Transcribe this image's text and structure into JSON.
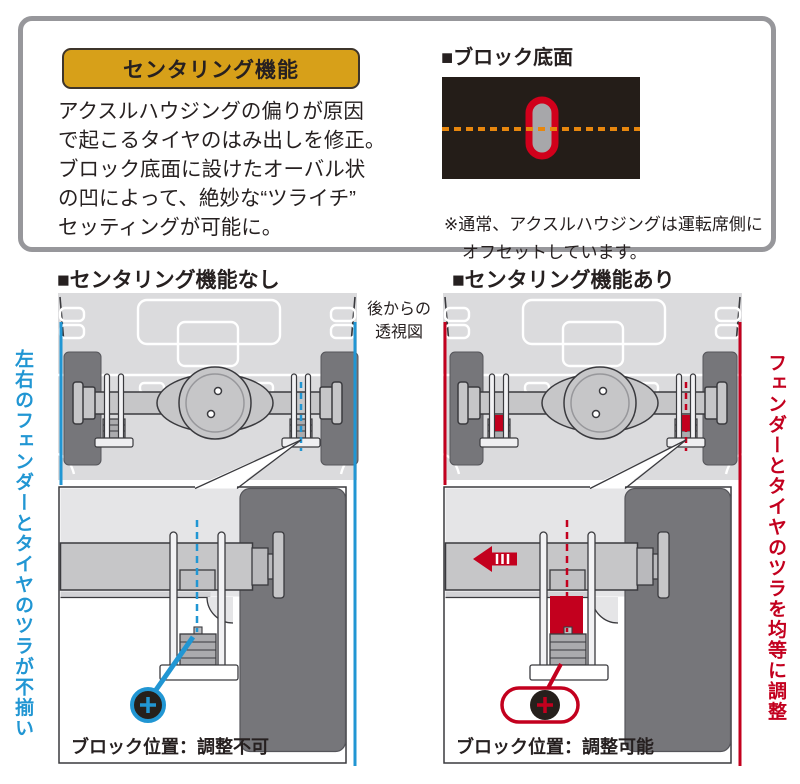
{
  "colors": {
    "blue": "#2196D3",
    "red": "#C3001E",
    "gold": "#D7A019",
    "gold_border": "#3E352B",
    "dark": "#262020",
    "box_border": "#97979B",
    "panel_dark": "#241D18",
    "orange": "#E8870E",
    "oval_gray": "#A7A7AA",
    "oval_ring": "#D1001B",
    "body_gray": "#DBDBDD",
    "tire": "#76767A",
    "tire_edge": "#55555A",
    "tube": "#C6C6C8",
    "light": "#E5E5E7",
    "stack": "#ABABAE",
    "perch": "#C0C0C3",
    "rod": "#F2F2F4",
    "plate": "#EFEFF1",
    "outline": "#3A3A3E",
    "marker_dark": "#26201C"
  },
  "info_box": {
    "badge_label": "センタリング機能",
    "description_lines": [
      "アクスルハウジングの偏りが原因",
      "で起こるタイヤのはみ出しを修正。",
      "ブロック底面に設けたオーバル状",
      "の凹によって、絶妙な“ツライチ”",
      "セッティングが可能に。"
    ],
    "block_bottom_heading": "■ブロック底面",
    "note_line1": "※通常、アクスルハウジングは運転席側に",
    "note_line2": "オフセットしています。"
  },
  "rear_view_label": {
    "line1": "後からの",
    "line2": "透視図"
  },
  "panels": {
    "left": {
      "heading": "■センタリング機能なし",
      "side_note": "左右のフェンダーとタイヤのツラが不揃い",
      "block_label": "ブロック位置：調整不可",
      "variant": "no_centering"
    },
    "right": {
      "heading": "■センタリング機能あり",
      "side_note": "フェンダーとタイヤのツラを均等に調整",
      "block_label": "ブロック位置：調整可能",
      "variant": "with_centering"
    }
  }
}
